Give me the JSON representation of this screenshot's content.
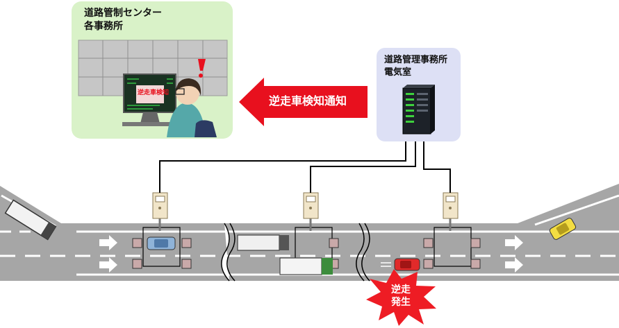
{
  "control_center": {
    "title_line1": "道路管制センター",
    "title_line2": "各事務所",
    "monitor_alert_text": "逆走車検知",
    "alert_mark": "!"
  },
  "notification": {
    "arrow_label": "逆走車検知通知"
  },
  "electrical_room": {
    "title_line1": "道路管理事務所",
    "title_line2": "電気室"
  },
  "incident": {
    "burst_line1": "逆走",
    "burst_line2": "発生"
  },
  "colors": {
    "control_center_bg": "#d9f2c8",
    "electrical_room_bg": "#dde0f5",
    "arrow_red": "#e8101e",
    "road_gray": "#a6a6a6",
    "sensor_box": "#f1e5c9"
  },
  "icons": [
    "server-icon",
    "sensor-icon",
    "operator-icon",
    "truck-icon",
    "car-icon",
    "alert-icon",
    "explosion-icon",
    "direction-arrow-icon"
  ]
}
